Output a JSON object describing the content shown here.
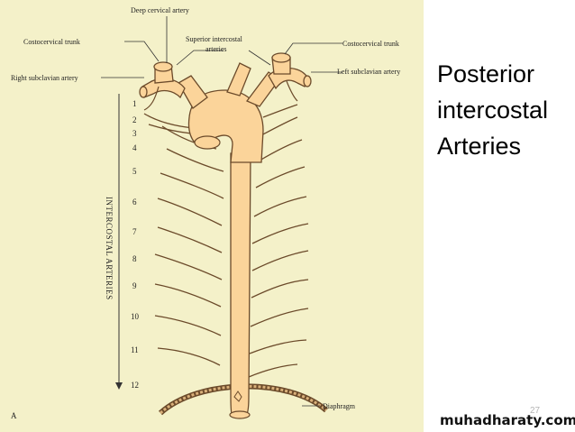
{
  "title": {
    "line1": "Posterior",
    "line2": "intercostal",
    "line3": "Arteries"
  },
  "page_number": "27",
  "watermark": "muhadharaty.com",
  "figure": {
    "panel_letter": "A",
    "labels": {
      "deep_cervical": "Deep cervical artery",
      "costocervical_right": "Costocervical trunk",
      "superior_intercostal_1": "Superior intercostal",
      "superior_intercostal_2": "arteries",
      "costocervical_left": "Costocervical trunk",
      "right_subclavian": "Right subclavian artery",
      "left_subclavian": "Left subclavian artery",
      "diaphragm": "Diaphragm",
      "vertical": "INTERCOSTAL ARTERIES"
    },
    "numbers": [
      "1",
      "2",
      "3",
      "4",
      "5",
      "6",
      "7",
      "8",
      "9",
      "10",
      "11",
      "12"
    ]
  },
  "colors": {
    "artery_fill": "#fbd49a",
    "artery_stroke": "#6b4a2a",
    "background": "#f4f1c9"
  }
}
